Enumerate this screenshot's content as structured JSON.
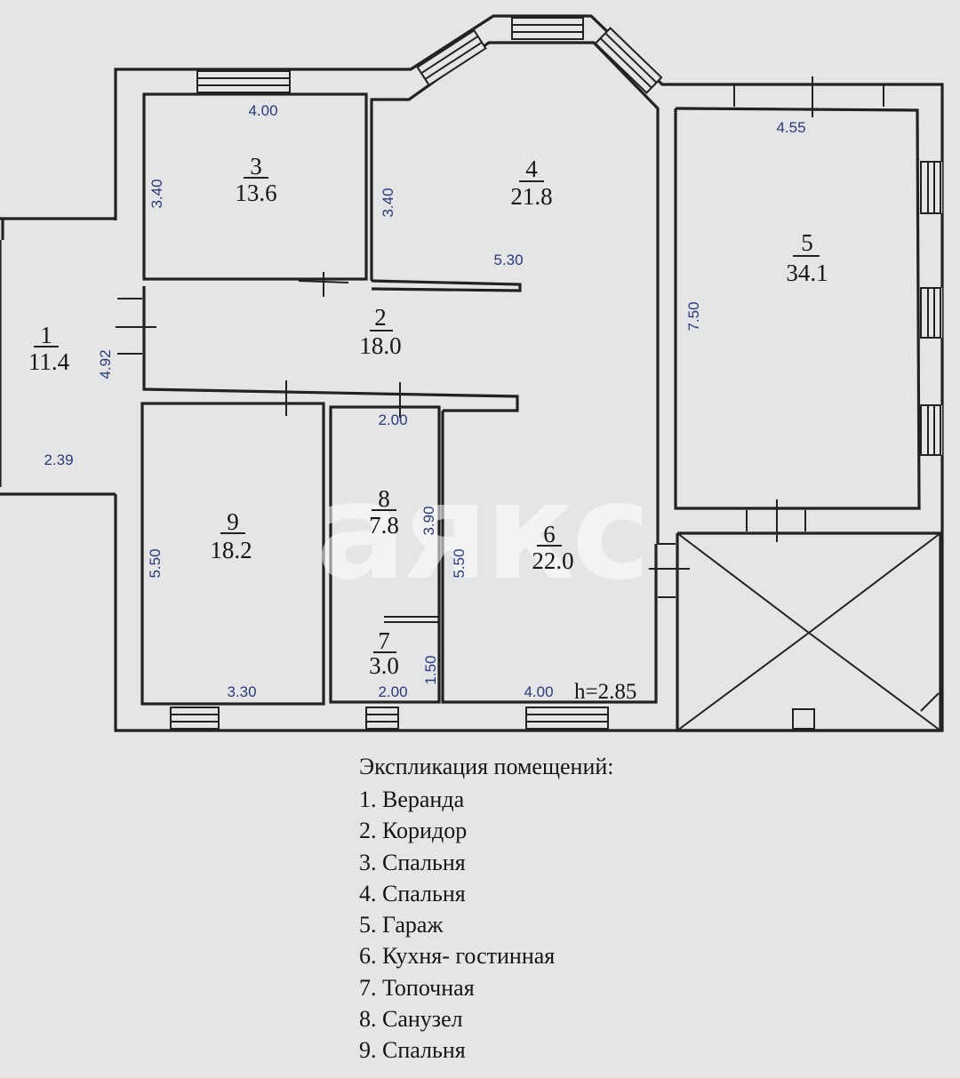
{
  "rooms": [
    {
      "number": "1",
      "area": "11.4"
    },
    {
      "number": "2",
      "area": "18.0"
    },
    {
      "number": "3",
      "area": "13.6"
    },
    {
      "number": "4",
      "area": "21.8"
    },
    {
      "number": "5",
      "area": "34.1"
    },
    {
      "number": "6",
      "area": "22.0"
    },
    {
      "number": "7",
      "area": "3.0"
    },
    {
      "number": "8",
      "area": "7.8"
    },
    {
      "number": "9",
      "area": "18.2"
    }
  ],
  "dimensions": {
    "r3_width": "4.00",
    "r3_height": "3.40",
    "r4_height": "3.40",
    "r4_width": "5.30",
    "r5_width": "4.55",
    "r5_height": "7.50",
    "r1_height": "4.92",
    "r1_width": "2.39",
    "r8_width": "2.00",
    "r8_height": "3.90",
    "r9_height": "5.50",
    "r9_width": "3.30",
    "r6_height": "5.50",
    "r6_width": "4.00",
    "r7_width": "2.00",
    "r7_height": "1.50"
  },
  "ceiling_height": "h=2.85",
  "watermark": "аякс",
  "legend": {
    "title": "Экспликация помещений:",
    "items": [
      "1. Веранда",
      "2. Коридор",
      "3. Спальня",
      "4. Спальня",
      "5. Гараж",
      "6. Кухня- гостинная",
      "7. Топочная",
      "8. Санузел",
      "9. Спальня"
    ]
  }
}
